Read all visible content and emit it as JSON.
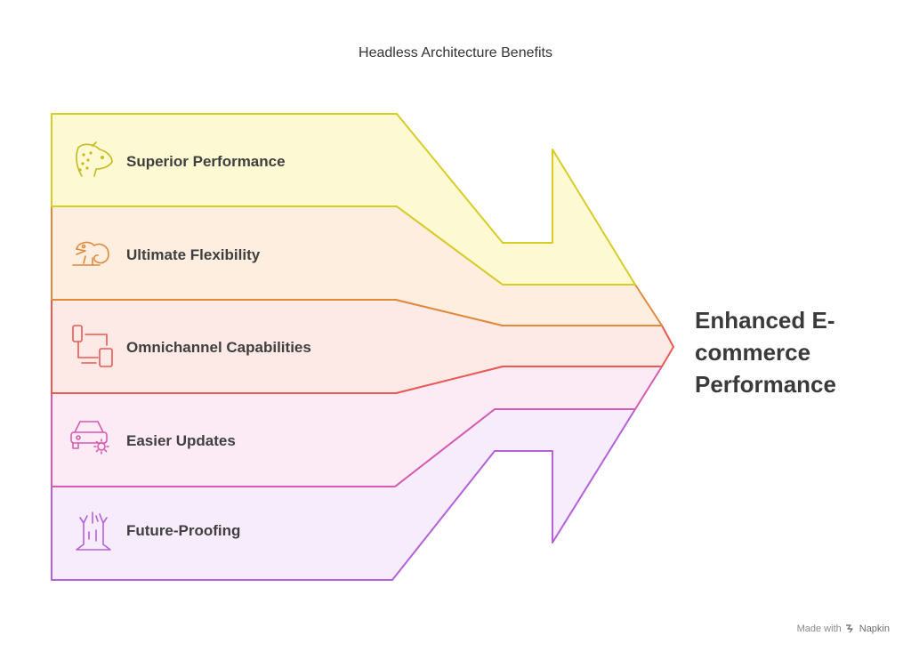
{
  "title": "Headless Architecture Benefits",
  "result": {
    "lines": [
      "Enhanced E-",
      "commerce",
      "Performance"
    ]
  },
  "bands": [
    {
      "label": "Superior Performance",
      "icon": "cheetah-icon",
      "fill": "#fcf9d3",
      "stroke": "#d8cc27",
      "icon_color": "#c9b91c"
    },
    {
      "label": "Ultimate Flexibility",
      "icon": "chameleon-icon",
      "fill": "#fdeee0",
      "stroke": "#e08a3c",
      "icon_color": "#e08a3c"
    },
    {
      "label": "Omnichannel Capabilities",
      "icon": "devices-icon",
      "fill": "#fde9e6",
      "stroke": "#e85a52",
      "icon_color": "#e85a52"
    },
    {
      "label": "Easier Updates",
      "icon": "car-gear-icon",
      "fill": "#fcebf5",
      "stroke": "#d65bb2",
      "icon_color": "#d65bb2"
    },
    {
      "label": "Future-Proofing",
      "icon": "tree-stump-icon",
      "fill": "#f7ecfc",
      "stroke": "#b461d9",
      "icon_color": "#b461d9"
    }
  ],
  "footer": {
    "prefix": "Made with",
    "brand": "Napkin"
  }
}
